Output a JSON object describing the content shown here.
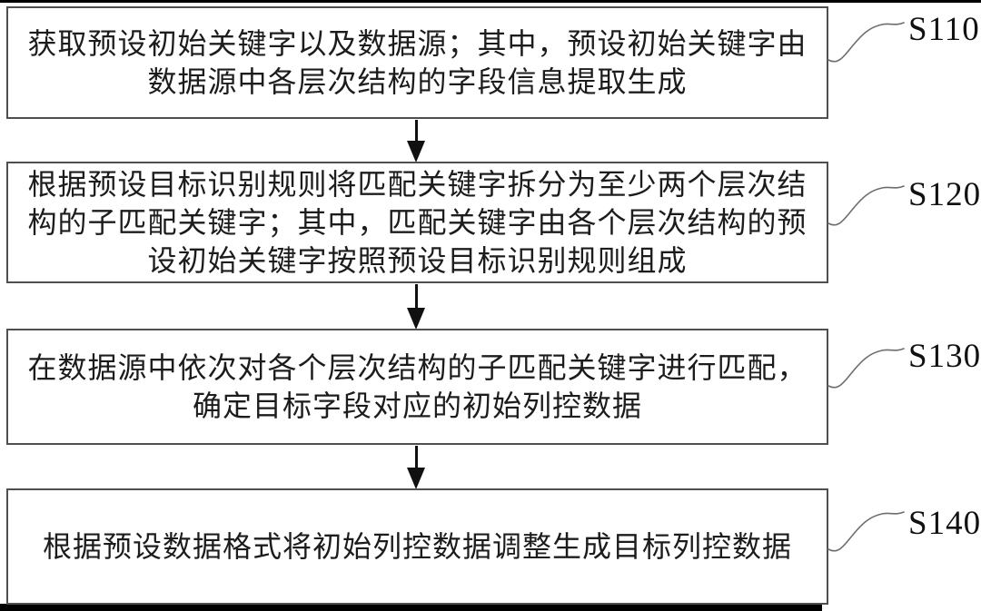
{
  "figure": {
    "steps": [
      {
        "id": "S110",
        "lines": [
          "获取预设初始关键字以及数据源；其中，预设初始关键字由",
          "数据源中各层次结构的字段信息提取生成"
        ]
      },
      {
        "id": "S120",
        "lines": [
          "根据预设目标识别规则将匹配关键字拆分为至少两个层次结",
          "构的子匹配关键字；其中，匹配关键字由各个层次结构的预",
          "设初始关键字按照预设目标识别规则组成"
        ]
      },
      {
        "id": "S130",
        "lines": [
          "在数据源中依次对各个层次结构的子匹配关键字进行匹配，",
          "确定目标字段对应的初始列控数据"
        ]
      },
      {
        "id": "S140",
        "lines": [
          "根据预设数据格式将初始列控数据调整生成目标列控数据"
        ]
      }
    ],
    "colors": {
      "background": "#ffffff",
      "border": "#4f4f4f",
      "text": "#1c1c1c",
      "label_text": "#111111",
      "connector": "#6e6e6e",
      "arrow": "#101010",
      "edge_bar": "#000000"
    }
  }
}
